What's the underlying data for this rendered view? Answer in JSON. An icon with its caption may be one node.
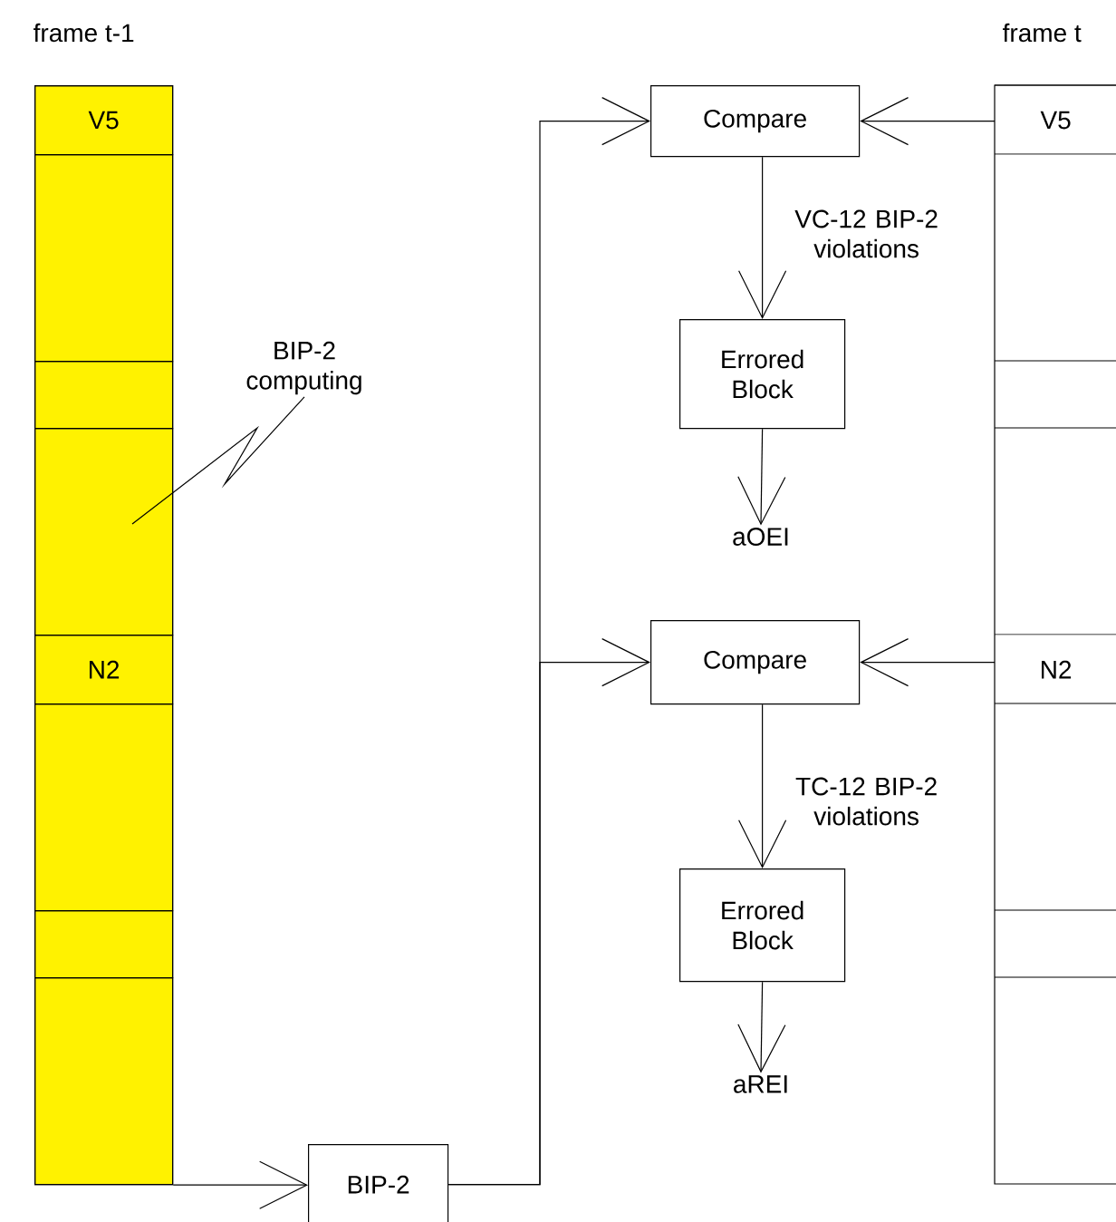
{
  "diagram": {
    "nodes": [
      {
        "text": [
          "frame t-1"
        ]
      },
      {
        "text": [
          "V5"
        ],
        "in": 0
      },
      {
        "text": [],
        "shape": "box",
        "in": 0
      },
      {
        "text": [],
        "shape": "box",
        "in": 0
      },
      {
        "text": [],
        "shape": "box",
        "in": 0
      },
      {
        "text": [
          "N2"
        ],
        "in": 0
      },
      {
        "text": [],
        "shape": "box",
        "in": 0
      },
      {
        "text": [],
        "shape": "box",
        "in": 0
      },
      {
        "text": [],
        "shape": "box",
        "in": 0
      },
      {
        "text": [
          "frame t"
        ]
      },
      {
        "text": [
          "V5"
        ],
        "in": 9
      },
      {
        "text": [],
        "shape": "box",
        "in": 9
      },
      {
        "text": [],
        "shape": "box",
        "in": 9
      },
      {
        "text": [],
        "shape": "box",
        "in": 9
      },
      {
        "text": [
          "N2"
        ],
        "in": 9
      },
      {
        "text": [],
        "shape": "box",
        "in": 9
      },
      {
        "text": [],
        "shape": "box",
        "in": 9
      },
      {
        "text": [],
        "shape": "box",
        "in": 9
      },
      {
        "text": [
          "Compare"
        ]
      },
      {
        "text": [
          "Errored Block"
        ]
      },
      {
        "text": [
          "aOEI"
        ]
      },
      {
        "text": [
          "Compare"
        ]
      },
      {
        "text": [
          "Errored Block"
        ]
      },
      {
        "text": [
          "aREI"
        ]
      },
      {
        "text": [
          "BIP-2"
        ]
      },
      {
        "text": [
          "BIP-2 computing"
        ]
      }
    ],
    "edges": [
      {
        "from": 0,
        "to": 24,
        "arrow": "to"
      },
      {
        "from": 24,
        "to": 18,
        "arrow": "to"
      },
      {
        "from": 24,
        "to": 21,
        "arrow": "to"
      },
      {
        "from": 10,
        "to": 18,
        "arrow": "to"
      },
      {
        "from": 14,
        "to": 21,
        "arrow": "to"
      },
      {
        "from": 18,
        "to": 19,
        "arrow": "to",
        "label": "VC-12 BIP-2 violations"
      },
      {
        "from": 19,
        "to": 20,
        "arrow": "to"
      },
      {
        "from": 21,
        "to": 22,
        "arrow": "to",
        "label": "TC-12 BIP-2 violations"
      },
      {
        "from": 22,
        "to": 23,
        "arrow": "to"
      },
      {
        "from": 25,
        "to": 4,
        "arrow": "none"
      }
    ]
  }
}
